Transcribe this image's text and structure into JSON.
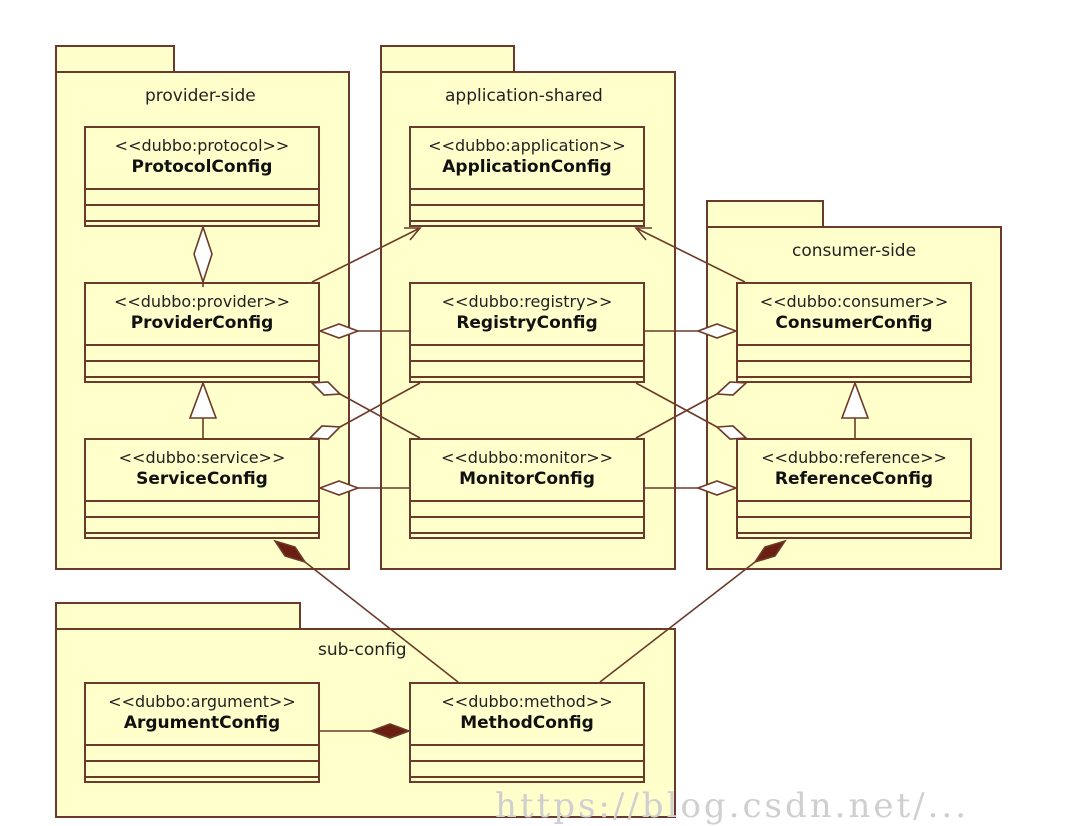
{
  "colors": {
    "package_fill": "#ffffcc",
    "line": "#6b3a2a"
  },
  "packages": {
    "provider_side": "provider-side",
    "application_shared": "application-shared",
    "consumer_side": "consumer-side",
    "sub_config": "sub-config"
  },
  "classes": {
    "protocol": {
      "stereotype": "<<dubbo:protocol>>",
      "name": "ProtocolConfig"
    },
    "application": {
      "stereotype": "<<dubbo:application>>",
      "name": "ApplicationConfig"
    },
    "provider": {
      "stereotype": "<<dubbo:provider>>",
      "name": "ProviderConfig"
    },
    "registry": {
      "stereotype": "<<dubbo:registry>>",
      "name": "RegistryConfig"
    },
    "consumer": {
      "stereotype": "<<dubbo:consumer>>",
      "name": "ConsumerConfig"
    },
    "service": {
      "stereotype": "<<dubbo:service>>",
      "name": "ServiceConfig"
    },
    "monitor": {
      "stereotype": "<<dubbo:monitor>>",
      "name": "MonitorConfig"
    },
    "reference": {
      "stereotype": "<<dubbo:reference>>",
      "name": "ReferenceConfig"
    },
    "argument": {
      "stereotype": "<<dubbo:argument>>",
      "name": "ArgumentConfig"
    },
    "method": {
      "stereotype": "<<dubbo:method>>",
      "name": "MethodConfig"
    }
  },
  "watermark": "https://blog.csdn.net/..."
}
